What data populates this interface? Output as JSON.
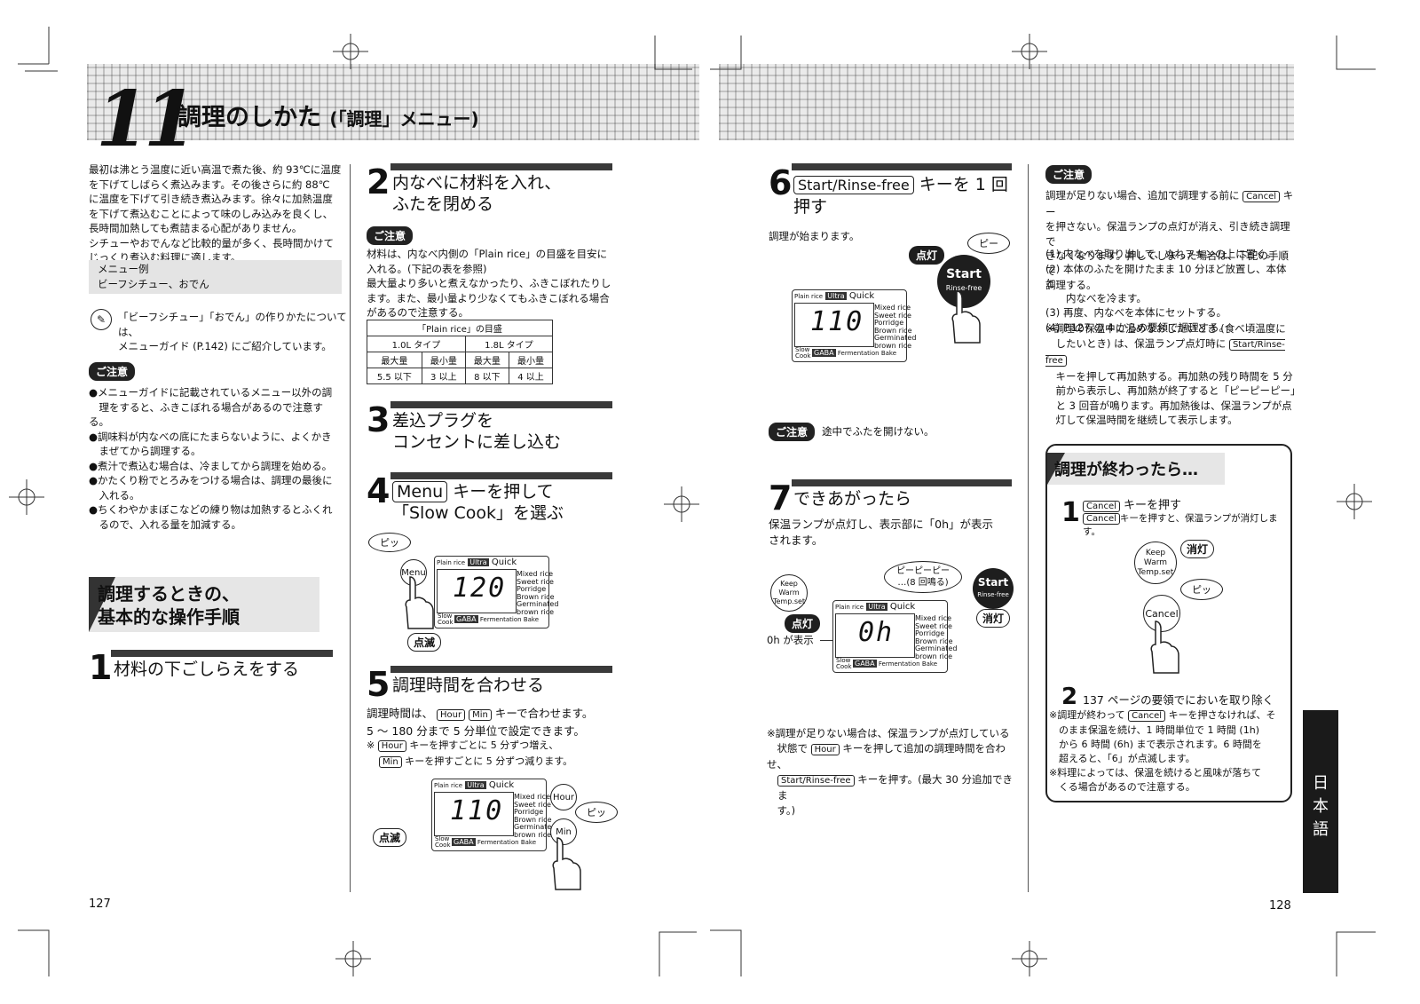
{
  "chapter": {
    "number": "11",
    "title": "調理のしかた",
    "subtitle": "(「調理」メニュー)"
  },
  "left_page": {
    "intro": [
      "最初は沸とう温度に近い高温で煮た後、約 93℃に温度",
      "を下げてしばらく煮込みます。その後さらに約 88℃",
      "に温度を下げて引き続き煮込みます。徐々に加熱温度",
      "を下げて煮込むことによって味のしみ込みを良くし、",
      "長時間加熱しても煮詰まる心配がありません。",
      "シチューやおでんなど比較的量が多く、長時間かけて",
      "じっくり煮込む料理に適します。"
    ],
    "menu_example_label": "メニュー例",
    "menu_example_text": "ビーフシチュー、おでん",
    "guide_note": [
      "「ビーフシチュー」「おでん」の作りかたについては、",
      "メニューガイド (P.142) にご紹介しています。"
    ],
    "caution_label": "ご注意",
    "caution_items": [
      "●メニューガイドに記載されているメニュー以外の調",
      "　理をすると、ふきこぼれる場合があるので注意する。",
      "●調味料が内なべの底にたまらないように、よくかき",
      "　まぜてから調理する。",
      "●煮汁で煮込む場合は、冷ましてから調理を始める。",
      "●かたくり粉でとろみをつける場合は、調理の最後に",
      "　入れる。",
      "●ちくわやかまぼこなどの練り物は加熱するとふくれ",
      "　るので、入れる量を加減する。"
    ],
    "section_title_1": "調理するときの、",
    "section_title_2": "基本的な操作手順",
    "step1_num": "1",
    "step1_title": "材料の下ごしらえをする",
    "step2_num": "2",
    "step2_title_1": "内なべに材料を入れ、",
    "step2_title_2": "ふたを閉める",
    "step2_caution": "ご注意",
    "step2_text": [
      "材料は、内なべ内側の「Plain rice」の目盛を目安に",
      "入れる。(下記の表を参照)",
      "最大量より多いと煮えなかったり、ふきこぼれたりし",
      "ます。また、最小量より少なくてもふきこぼれる場合",
      "があるので注意する。"
    ],
    "table": {
      "title": "「Plain rice」の目盛",
      "types": [
        "1.0L タイプ",
        "1.8L タイプ"
      ],
      "headers": [
        "最大量",
        "最小量",
        "最大量",
        "最小量"
      ],
      "values": [
        "5.5 以下",
        "3 以上",
        "8 以下",
        "4 以上"
      ]
    },
    "step3_num": "3",
    "step3_title_1": "差込プラグを",
    "step3_title_2": "コンセントに差し込む",
    "step4_num": "4",
    "step4_key": "Menu",
    "step4_title_1": "キーを押して",
    "step4_title_2": "「Slow Cook」を選ぶ",
    "step4_bubble": "ピッ",
    "step4_blink": "点滅",
    "step4_display": "120",
    "step5_num": "5",
    "step5_title": "調理時間を合わせる",
    "step5_text_a": "調理時間は、",
    "step5_key_hour": "Hour",
    "step5_key_min": "Min",
    "step5_text_b": "キーで合わせます。",
    "step5_text_c": "5 ～ 180 分まで 5 分単位で設定できます。",
    "step5_note_1": "キーを押すごとに 5 分ずつ増え、",
    "step5_note_2": "キーを押すごとに 5 分ずつ減ります。",
    "step5_note_mark": "※",
    "step5_display": "110",
    "step5_bubble": "ピッ",
    "step5_blink": "点滅",
    "page_number": "127"
  },
  "lcd_common": {
    "plain_rice": "Plain rice",
    "ultra": "Ultra",
    "quick": "Quick",
    "menu_list": [
      "Mixed rice",
      "Sweet rice",
      "Porridge",
      "Brown rice",
      "Germinated",
      "brown rice"
    ],
    "slow": "Slow",
    "cook": "Cook",
    "bottom_tag": "GABA",
    "fermentation": "Fermentation",
    "bake": "Bake",
    "min_unit": "Min"
  },
  "right_page": {
    "step6_num": "6",
    "step6_key": "Start/Rinse-free",
    "step6_title_a": "キーを 1 回",
    "step6_title_b": "押す",
    "step6_text": "調理が始まります。",
    "step6_light": "点灯",
    "step6_bubble": "ピー",
    "start_label": "Start",
    "rinse_label": "Rinse-free",
    "step6_display": "110",
    "step6_caution": "ご注意",
    "step6_caution_text": "途中でふたを開けない。",
    "step7_num": "7",
    "step7_title": "できあがったら",
    "step7_text": [
      "保温ランプが点灯し、表示部に「0h」が表示",
      "されます。"
    ],
    "step7_bubble_1": "ピーピーピー",
    "step7_bubble_2": "…(8 回鳴る)",
    "keepwarm_1": "Keep Warm",
    "keepwarm_2": "Temp.set",
    "step7_light": "点灯",
    "step7_off": "消灯",
    "step7_show": "0h が表示",
    "step7_display": "0h",
    "step7_note": [
      "※調理が足りない場合は、保温ランプが点灯している",
      "　状態で",
      "キーを押して追加の調理時間を合わせ、",
      "キーを押す。(最大 30 分追加できま",
      "　す。)"
    ],
    "key_hour": "Hour",
    "key_start": "Start/Rinse-free",
    "col2_caution": "ご注意",
    "col2_text": [
      "調理が足りない場合、追加で調理する前に",
      "キー",
      "を押さない。保温ランプの点灯が消え、引き続き調理で",
      "きなくなります。押してしまった場合は、下記の手順で",
      "調理する。"
    ],
    "key_cancel": "Cancel",
    "col2_list": [
      "(1) 内なべを取り出して、ぬれフキンの上に置く。",
      "(2) 本体のふたを開けたまま 10 分ほど放置し、本体と",
      "　　内なべを冷ます。",
      "(3) 再度、内なべを本体にセットする。",
      "(4) P.127 の 4 からの要領で調理する。"
    ],
    "col2_note": [
      "※調理の保温中に温めなおしたいとき (食べ頃温度に",
      "　したいとき) は、保温ランプ点灯時に",
      "　キーを押して再加熱する。再加熱の残り時間を 5 分",
      "　前から表示し、再加熱が終了すると「ピーピーピー」",
      "　と 3 回音が鳴ります。再加熱後は、保温ランプが点",
      "　灯して保温時間を継続して表示します。"
    ],
    "box_title": "調理が終わったら…",
    "box_step1_num": "1",
    "box_step1_title": "キーを押す",
    "box_step1_text": "キーを押すと、保温ランプが消灯します。",
    "box_off": "消灯",
    "box_bubble": "ピッ",
    "box_cancel": "Cancel",
    "box_step2_num": "2",
    "box_step2_title": "137 ページの要領でにおいを取り除く",
    "box_step2_note": [
      "※調理が終わって",
      "キーを押さなければ、そ",
      "　のまま保温を続け、1 時間単位で 1 時間 (1h)",
      "　から 6 時間 (6h) まで表示されます。6 時間を",
      "　超えると、「6」が点滅します。",
      "※料理によっては、保温を続けると風味が落ちて",
      "　くる場合があるので注意する。"
    ],
    "lang_tab": [
      "日",
      "本",
      "語"
    ],
    "page_number": "128"
  },
  "colors": {
    "ink": "#111111",
    "dark_bar": "#3a3a3a",
    "tab_bg": "#1a1a1a"
  }
}
